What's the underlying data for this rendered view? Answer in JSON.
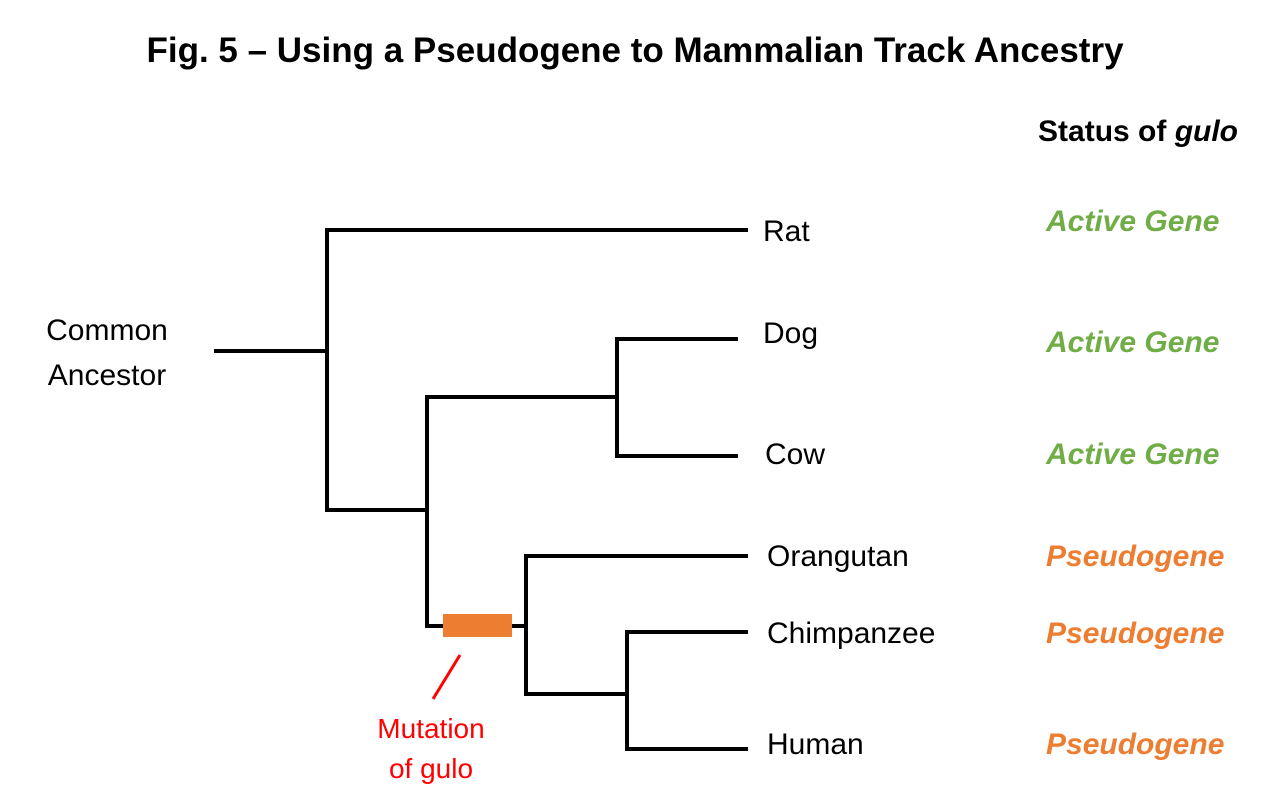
{
  "title": "Fig. 5 – Using a Pseudogene to Mammalian Track Ancestry",
  "status_header": {
    "prefix": "Status of ",
    "gene": "gulo"
  },
  "root": {
    "line1": "Common",
    "line2": "Ancestor"
  },
  "taxa": [
    {
      "name": "Rat",
      "status": "Active Gene",
      "status_type": "active"
    },
    {
      "name": "Dog",
      "status": "Active Gene",
      "status_type": "active"
    },
    {
      "name": "Cow",
      "status": "Active Gene",
      "status_type": "active"
    },
    {
      "name": "Orangutan",
      "status": "Pseudogene",
      "status_type": "pseudo"
    },
    {
      "name": "Chimpanzee",
      "status": "Pseudogene",
      "status_type": "pseudo"
    },
    {
      "name": "Human",
      "status": "Pseudogene",
      "status_type": "pseudo"
    }
  ],
  "mutation": {
    "line1": "Mutation",
    "line2": "of gulo"
  },
  "colors": {
    "active": "#70ad47",
    "pseudo": "#ed7d31",
    "mutation_marker": "#ed7d31",
    "mutation_label": "#ff0000",
    "branch": "#000000"
  }
}
